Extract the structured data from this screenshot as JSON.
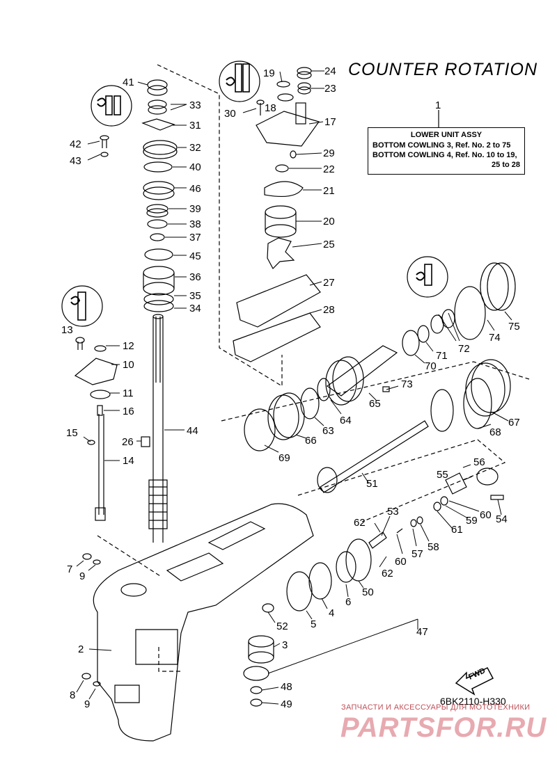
{
  "title": "COUNTER ROTATION",
  "assembly_box": {
    "header": "LOWER UNIT ASSY",
    "line1": "BOTTOM COWLING 3,  Ref. No. 2 to 75",
    "line2": "BOTTOM COWLING 4,  Ref. No. 10 to 19,",
    "line3": "25 to 28"
  },
  "diagram_code": "6BK2110-H330",
  "fwd_label": "FWD",
  "watermark": {
    "small": "ЗАПЧАСТИ И АКСЕССУАРЫ ДЛЯ МОТОТЕХНИКИ",
    "big": "PARTSFOR.RU"
  },
  "part_numbers": [
    "1",
    "2",
    "3",
    "4",
    "5",
    "6",
    "7",
    "8",
    "9",
    "9",
    "10",
    "11",
    "12",
    "13",
    "14",
    "15",
    "16",
    "17",
    "18",
    "19",
    "20",
    "21",
    "22",
    "23",
    "24",
    "25",
    "26",
    "27",
    "28",
    "29",
    "30",
    "31",
    "32",
    "33",
    "34",
    "35",
    "36",
    "37",
    "38",
    "39",
    "40",
    "41",
    "42",
    "43",
    "44",
    "45",
    "46",
    "47",
    "48",
    "49",
    "50",
    "51",
    "52",
    "53",
    "54",
    "55",
    "56",
    "57",
    "58",
    "59",
    "60",
    "60",
    "61",
    "62",
    "62",
    "63",
    "64",
    "65",
    "66",
    "67",
    "68",
    "69",
    "70",
    "71",
    "72",
    "73",
    "74",
    "75"
  ]
}
